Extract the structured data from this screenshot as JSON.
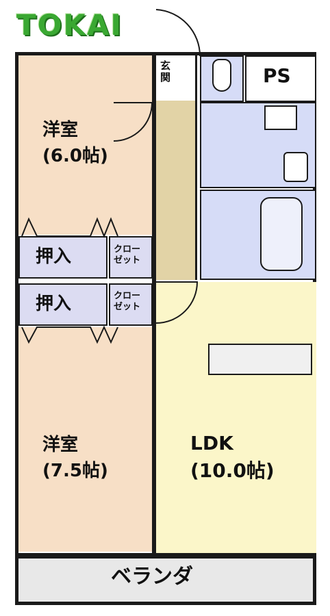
{
  "logo": {
    "text": "TOKAI"
  },
  "rooms": {
    "western_room_top": {
      "name": "洋室",
      "size": "(6.0帖)"
    },
    "western_room_bottom": {
      "name": "洋室",
      "size": "(7.5帖)"
    },
    "ldk": {
      "name": "LDK",
      "size": "(10.0帖)"
    },
    "closet_top": {
      "oshiire": "押入",
      "closet": "クロー\nゼット"
    },
    "closet_bottom": {
      "oshiire": "押入",
      "closet": "クロー\nゼット"
    },
    "entrance": {
      "label": "玄\n関"
    },
    "ps": {
      "label": "PS"
    },
    "veranda": {
      "label": "ベランダ"
    }
  },
  "colors": {
    "western": "#f7dfc6",
    "ldk": "#fbf6c9",
    "closet": "#dcdcf2",
    "wet": "#d6dcf7",
    "hallway": "#e2d3a6",
    "veranda": "#e8e8e8",
    "wall": "#1a1a1a",
    "logo": "#3aa832"
  }
}
